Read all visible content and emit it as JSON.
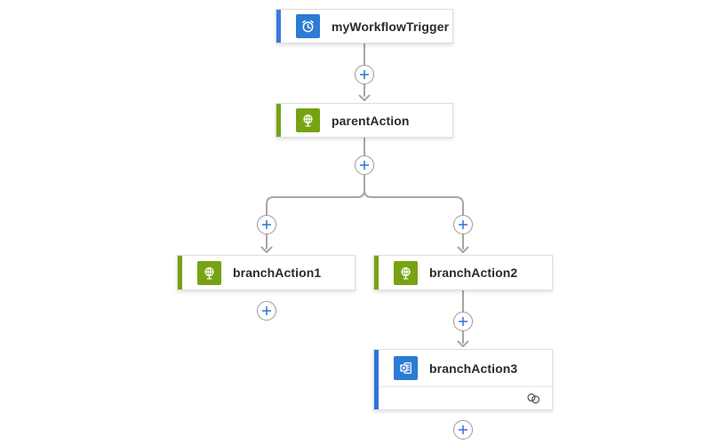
{
  "canvas": {
    "background": "#ffffff",
    "text_color": "#2b2b2b"
  },
  "workflow": {
    "nodes": [
      {
        "label": "myWorkflowTrigger",
        "kind": "trigger",
        "icon": "recurrence-clock-icon",
        "accent_color": "#3b79dd",
        "icon_bg": "#2b7cd3"
      },
      {
        "label": "parentAction",
        "kind": "action",
        "icon": "globe-stand-icon",
        "accent_color": "#77a312",
        "icon_bg": "#77a312"
      },
      {
        "label": "branchAction1",
        "kind": "action",
        "icon": "globe-stand-icon",
        "accent_color": "#77a312",
        "icon_bg": "#77a312"
      },
      {
        "label": "branchAction2",
        "kind": "action",
        "icon": "globe-stand-icon",
        "accent_color": "#77a312",
        "icon_bg": "#77a312"
      },
      {
        "label": "branchAction3",
        "kind": "action",
        "icon": "outlook-icon",
        "accent_color": "#2f74d8",
        "icon_bg": "#2b7cd3",
        "badges": [
          "connection-icon"
        ]
      }
    ],
    "connectors": {
      "color": "#a6a6a6"
    },
    "add_step_button": {
      "symbol": "+",
      "color": "#2f74d0",
      "border_color": "#9a9a9a"
    }
  }
}
